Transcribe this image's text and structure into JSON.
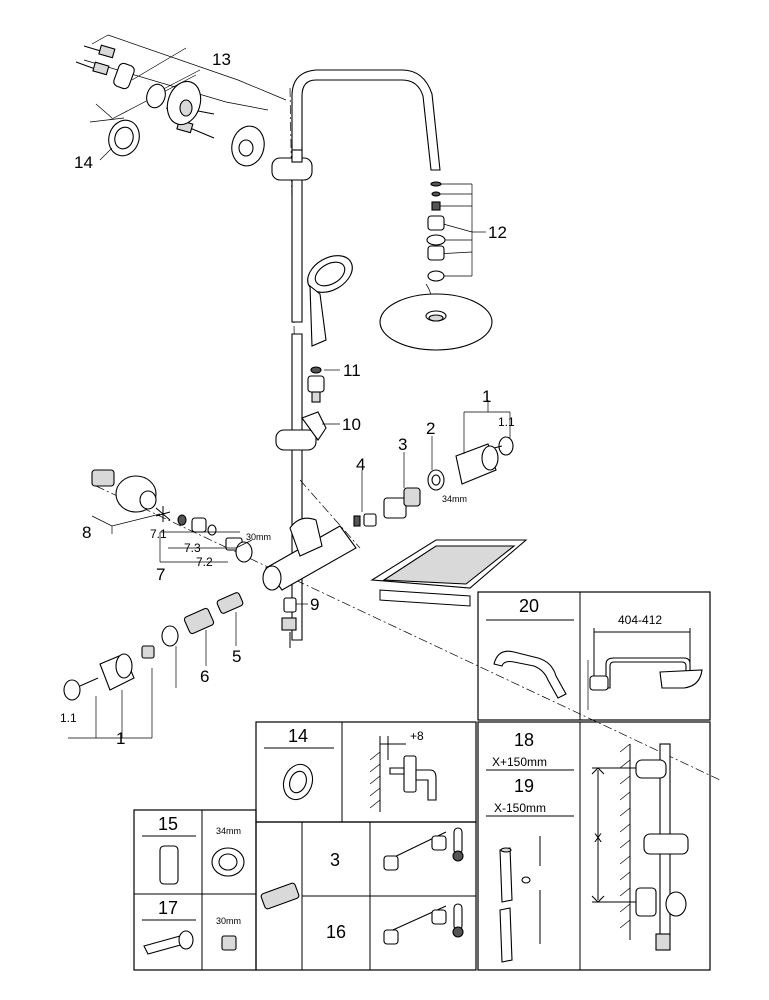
{
  "callouts": {
    "c1_top": "1",
    "c1_1_top": "1.1",
    "c2": "2",
    "c3": "3",
    "c4": "4",
    "dim_34mm": "34mm",
    "c5": "5",
    "c6": "6",
    "c7": "7",
    "c7_1": "7.1",
    "c7_2": "7.2",
    "c7_3": "7.3",
    "dim_30mm": "30mm",
    "c8": "8",
    "c9": "9",
    "c10": "10",
    "c11": "11",
    "c12": "12",
    "c13": "13",
    "c14": "14",
    "c1_bottom": "1",
    "c1_1_bottom": "1.1"
  },
  "panels": {
    "p20": {
      "title": "20",
      "dim": "404-412"
    },
    "p14": {
      "title": "14",
      "dim": "+8"
    },
    "p18_19": {
      "t18": "18",
      "t18_sub": "X+150mm",
      "t19": "19",
      "t19_sub": "X-150mm",
      "x_label": "X"
    },
    "p15": {
      "title": "15",
      "dim": "34mm"
    },
    "p17": {
      "title": "17",
      "dim": "30mm"
    },
    "p3": {
      "title": "3"
    },
    "p16": {
      "title": "16"
    }
  }
}
